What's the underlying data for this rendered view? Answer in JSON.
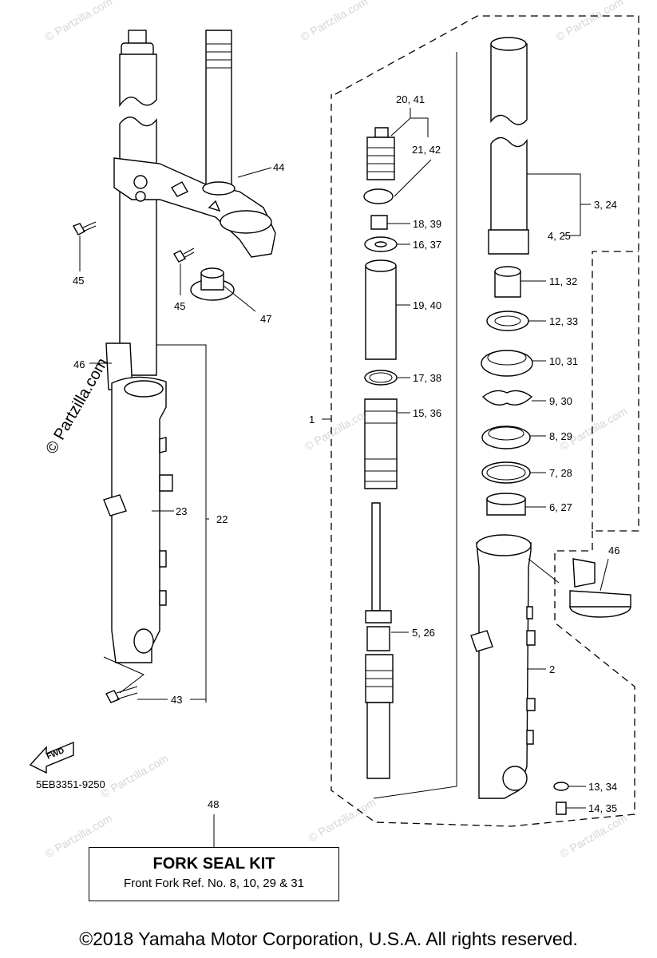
{
  "watermark": "© Partzilla.com",
  "watermark_side": "© Partzilla.com",
  "figure_code": "5EB3351-9250",
  "fwd_label": "FWD",
  "kit": {
    "ref_number": "48",
    "title": "FORK SEAL KIT",
    "description": "Front Fork Ref. No. 8, 10, 29 & 31"
  },
  "copyright": "©2018 Yamaha Motor Corporation, U.S.A. All rights reserved.",
  "callouts": {
    "c20_41": "20, 41",
    "c21_42": "21, 42",
    "c18_39": "18, 39",
    "c16_37": "16, 37",
    "c19_40": "19, 40",
    "c17_38": "17, 38",
    "c15_36": "15, 36",
    "c1": "1",
    "c5_26": "5, 26",
    "c3_24": "3, 24",
    "c4_25": "4, 25",
    "c11_32": "11, 32",
    "c12_33": "12, 33",
    "c10_31": "10, 31",
    "c9_30": "9, 30",
    "c8_29": "8, 29",
    "c7_28": "7, 28",
    "c6_27": "6, 27",
    "c2": "2",
    "c46_right": "46",
    "c13_34": "13, 34",
    "c14_35": "14, 35",
    "c44": "44",
    "c45_a": "45",
    "c45_b": "45",
    "c47": "47",
    "c46_left": "46",
    "c23": "23",
    "c22": "22",
    "c43": "43"
  }
}
